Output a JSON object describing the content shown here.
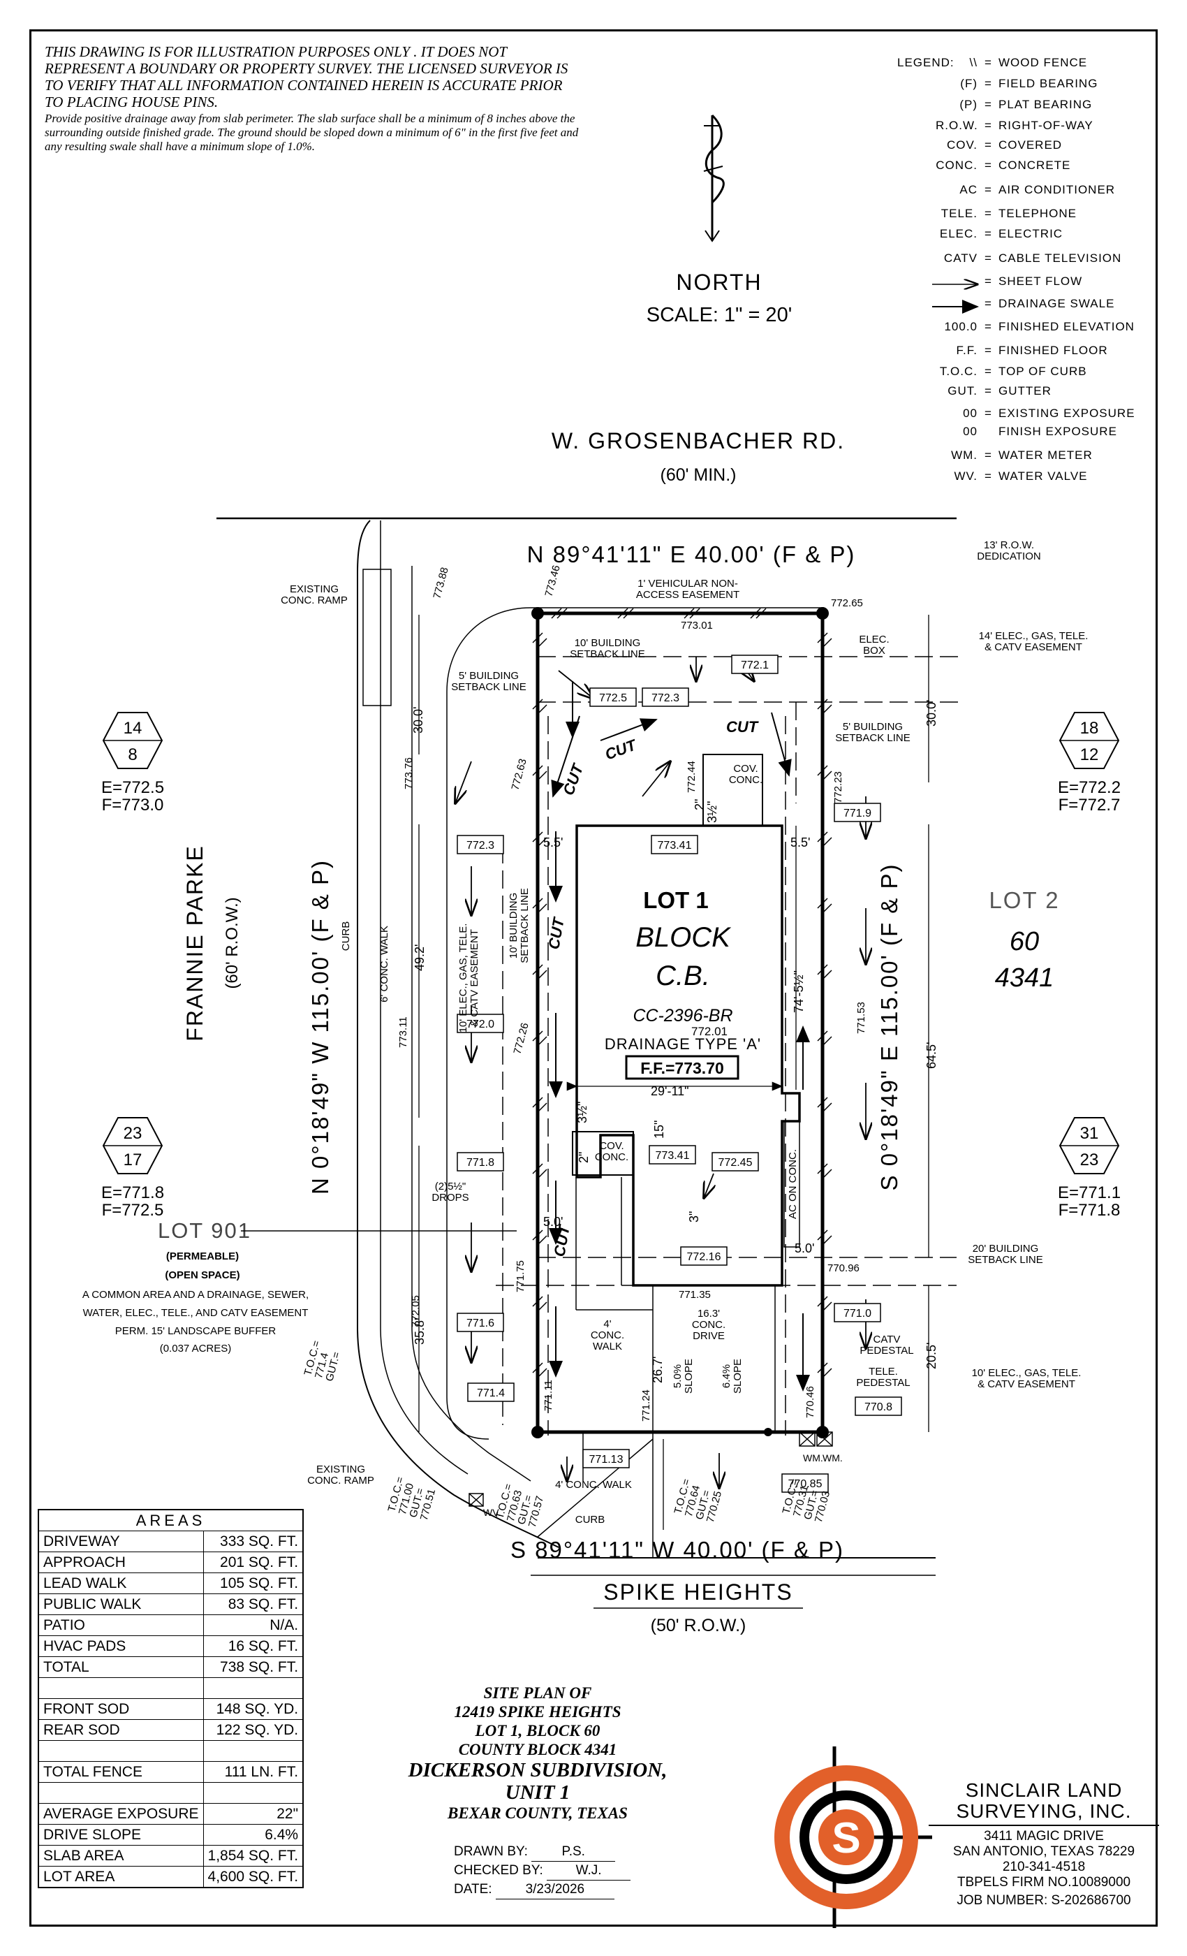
{
  "disclaimer": {
    "main": "THIS DRAWING IS FOR ILLUSTRATION PURPOSES ONLY . IT DOES NOT REPRESENT A BOUNDARY OR PROPERTY SURVEY. THE LICENSED SURVEYOR IS TO VERIFY THAT ALL INFORMATION CONTAINED HEREIN IS ACCURATE PRIOR TO PLACING HOUSE PINS.",
    "drainage_note": "Provide positive drainage away from slab perimeter. The slab surface shall be a minimum of 8 inches above the surrounding outside finished grade. The ground should be sloped down a minimum of 6\" in the first five feet and any resulting swale shall have a minimum slope of 1.0%."
  },
  "north": {
    "label": "NORTH",
    "scale": "SCALE:  1\"  =  20'"
  },
  "legend": {
    "title": "LEGEND:",
    "items": [
      {
        "symbol": "\\\\",
        "meaning": "WOOD FENCE"
      },
      {
        "symbol": "(F)",
        "meaning": "FIELD BEARING"
      },
      {
        "symbol": "(P)",
        "meaning": "PLAT BEARING"
      },
      {
        "symbol": "R.O.W.",
        "meaning": "RIGHT-OF-WAY"
      },
      {
        "symbol": "COV.",
        "meaning": "COVERED"
      },
      {
        "symbol": "CONC.",
        "meaning": "CONCRETE"
      },
      {
        "symbol": "AC",
        "meaning": "AIR CONDITIONER"
      },
      {
        "symbol": "TELE.",
        "meaning": "TELEPHONE"
      },
      {
        "symbol": "ELEC.",
        "meaning": "ELECTRIC"
      },
      {
        "symbol": "CATV",
        "meaning": "CABLE TELEVISION"
      },
      {
        "symbol": "",
        "meaning": "SHEET FLOW"
      },
      {
        "symbol": "",
        "meaning": "DRAINAGE SWALE"
      },
      {
        "symbol": "100.0",
        "meaning": "FINISHED ELEVATION"
      },
      {
        "symbol": "F.F.",
        "meaning": "FINISHED FLOOR"
      },
      {
        "symbol": "T.O.C.",
        "meaning": "TOP OF CURB"
      },
      {
        "symbol": "GUT.",
        "meaning": "GUTTER"
      },
      {
        "symbol": "00",
        "symbol2": "00",
        "meaning": "EXISTING EXPOSURE",
        "meaning2": "FINISH EXPOSURE"
      },
      {
        "symbol": "WM.",
        "meaning": "WATER METER"
      },
      {
        "symbol": "WV.",
        "meaning": "WATER VALVE"
      }
    ]
  },
  "streets": {
    "north_road": "W. GROSENBACHER RD.",
    "north_row": "(60' MIN.)",
    "west_road": "FRANNIE PARKE",
    "west_row": "(60' R.O.W.)",
    "south_road": "SPIKE HEIGHTS",
    "south_row": "(50' R.O.W.)"
  },
  "bearings": {
    "north": "N 89°41'11\" E 40.00' (F & P)",
    "south": "S 89°41'11\" W 40.00' (F & P)",
    "west": "N 0°18'49\" W 115.00' (F & P)",
    "east": "S 0°18'49\" E 115.00' (F & P)"
  },
  "lot": {
    "lot": "LOT 1",
    "block": "BLOCK",
    "cb": "C.B.",
    "plan": "CC-2396-BR",
    "drainage": "DRAINAGE TYPE 'A'",
    "ff": "F.F.=773.70",
    "ff_near": "772.01"
  },
  "neighbors": {
    "lot2": "LOT 2",
    "lot2_block": "60",
    "lot2_cb": "4341",
    "lot901": "LOT 901",
    "lot901_a": "(PERMEABLE)",
    "lot901_b": "(OPEN SPACE)",
    "lot901_c": "A COMMON AREA AND A DRAINAGE, SEWER,",
    "lot901_d": "WATER, ELEC., TELE., AND CATV EASEMENT",
    "lot901_e": "PERM. 15' LANDSCAPE BUFFER",
    "lot901_f": "(0.037 ACRES)"
  },
  "exposures": [
    {
      "top": "14",
      "bottom": "8",
      "e": "E=772.5",
      "f": "F=773.0"
    },
    {
      "top": "18",
      "bottom": "12",
      "e": "E=772.2",
      "f": "F=772.7"
    },
    {
      "top": "23",
      "bottom": "17",
      "e": "E=771.8",
      "f": "F=772.5"
    },
    {
      "top": "31",
      "bottom": "23",
      "e": "E=771.1",
      "f": "F=771.8"
    }
  ],
  "elevations": {
    "e1": "772.5",
    "e2": "772.3",
    "e3": "772.1",
    "e4": "773.41",
    "e5": "771.9",
    "e6": "772.3",
    "e7": "772.0",
    "e8": "771.8",
    "e9": "773.41",
    "e10": "772.45",
    "e11": "772.16",
    "e12": "771.6",
    "e13": "771.0",
    "e14": "771.4",
    "e15": "770.8",
    "e16": "771.13",
    "e17": "770.85"
  },
  "spots": {
    "s1": "773.01",
    "s2": "772.65",
    "s3": "773.46",
    "s4": "773.88",
    "s5": "773.76",
    "s6": "772.63",
    "s7": "772.44",
    "s8": "772.23",
    "s9": "772.26",
    "s10": "771.53",
    "s11": "773.11",
    "s12": "772.05",
    "s13": "771.75",
    "s14": "771.35",
    "s15": "770.96",
    "s16": "771.11",
    "s17": "771.24",
    "s18": "770.46"
  },
  "labels": {
    "existing_ramp": "EXISTING\nCONC. RAMP",
    "vehicular": "1' VEHICULAR NON-\nACCESS EASEMENT",
    "row_dedication": "13' R.O.W.\nDEDICATION",
    "easement_14": "14' ELEC., GAS, TELE.\n& CATV EASEMENT",
    "setback_10_top": "10' BUILDING\nSETBACK LINE",
    "setback_5_left": "5' BUILDING\nSETBACK LINE",
    "setback_5_right": "5' BUILDING\nSETBACK LINE",
    "elec_box": "ELEC.\nBOX",
    "cov_conc": "COV.\nCONC.",
    "cov_conc2": "COV.\nCONC.",
    "cut": "CUT",
    "setback_20": "20' BUILDING\nSETBACK LINE",
    "easement_10_right": "10' ELEC., GAS, TELE.\n& CATV EASEMENT",
    "easement_10_left": "10' ELEC., GAS, TELE.\n& CATV EASEMENT",
    "setback_10_left": "10' BUILDING\nSETBACK LINE",
    "conc_walk_6": "6' CONC. WALK",
    "curb": "CURB",
    "drops": "(2)5½\"\nDROPS",
    "conc_walk_4": "4'\nCONC.\nWALK",
    "conc_drive": "16.3'\nCONC.\nDRIVE",
    "slope1": "5.0%\nSLOPE",
    "slope2": "6.4%\nSLOPE",
    "catv_ped": "CATV\nPEDESTAL",
    "tele_ped": "TELE.\nPEDESTAL",
    "ac_conc": "AC ON CONC.",
    "walk_4_south": "4' CONC. WALK",
    "wm": "WM.",
    "wv": "WV.",
    "toc_gut_1": "T.O.C.=\n771.4\nGUT.=",
    "toc_gut_2": "T.O.C.=\n771.00\nGUT.=\n770.51",
    "toc_gut_3": "T.O.C.=\n770.63\nGUT.=\n770.57",
    "toc_gut_4": "T.O.C.=\n770.64\nGUT.=\n770.25",
    "toc_gut_5": "T.O.C.=\n770.31\nGUT.=\n770.03"
  },
  "dims": {
    "d30_left": "30.0'",
    "d30_right": "30.0'",
    "d49": "49.2'",
    "d35": "35.8'",
    "d645": "64.5'",
    "d205": "20.5'",
    "d267": "26.7'",
    "d55a": "5.5'",
    "d55b": "5.5'",
    "d50a": "5.0'",
    "d50b": "5.0'",
    "d2911": "29'-11\"",
    "d745": "74'-5½\"",
    "d34": "3½\"",
    "d2": "2\"",
    "d15": "15\"",
    "d2b": "2\"",
    "d3": "3\"",
    "d34b": "3½\""
  },
  "areas": {
    "title": "AREAS",
    "rows": [
      {
        "k": "DRIVEWAY",
        "v": "333 SQ. FT."
      },
      {
        "k": "APPROACH",
        "v": "201 SQ. FT."
      },
      {
        "k": "LEAD WALK",
        "v": "105 SQ. FT."
      },
      {
        "k": "PUBLIC WALK",
        "v": "83 SQ. FT."
      },
      {
        "k": "PATIO",
        "v": "N/A."
      },
      {
        "k": "HVAC PADS",
        "v": "16 SQ. FT."
      },
      {
        "k": "TOTAL",
        "v": "738 SQ. FT."
      },
      {
        "k": "",
        "v": ""
      },
      {
        "k": "FRONT SOD",
        "v": "148 SQ. YD."
      },
      {
        "k": "REAR SOD",
        "v": "122 SQ. YD."
      },
      {
        "k": "",
        "v": ""
      },
      {
        "k": "TOTAL FENCE",
        "v": "111 LN. FT."
      },
      {
        "k": "",
        "v": ""
      },
      {
        "k": "AVERAGE EXPOSURE",
        "v": "22\""
      },
      {
        "k": "DRIVE SLOPE",
        "v": "6.4%"
      },
      {
        "k": "SLAB AREA",
        "v": "1,854 SQ. FT."
      },
      {
        "k": "LOT AREA",
        "v": "4,600 SQ. FT."
      }
    ]
  },
  "title_block": {
    "l1": "SITE PLAN OF",
    "l2": "12419 SPIKE HEIGHTS",
    "l3": "LOT 1, BLOCK 60",
    "l4": "COUNTY BLOCK 4341",
    "l5": "DICKERSON SUBDIVISION,",
    "l6": "UNIT 1",
    "l7": "BEXAR COUNTY, TEXAS",
    "drawn_label": "DRAWN BY:",
    "drawn": "P.S.",
    "checked_label": "CHECKED BY:",
    "checked": "W.J.",
    "date_label": "DATE:",
    "date": "3/23/2026"
  },
  "company": {
    "name1": "SINCLAIR LAND",
    "name2": "SURVEYING, INC.",
    "addr1": "3411 MAGIC DRIVE",
    "addr2": "SAN ANTONIO, TEXAS 78229",
    "phone": "210-341-4518",
    "firm": "TBPELS FIRM NO.10089000",
    "job": "JOB NUMBER:   S-202686700",
    "logo_letter": "S",
    "colors": {
      "orange": "#E2602A",
      "black": "#000000"
    }
  }
}
